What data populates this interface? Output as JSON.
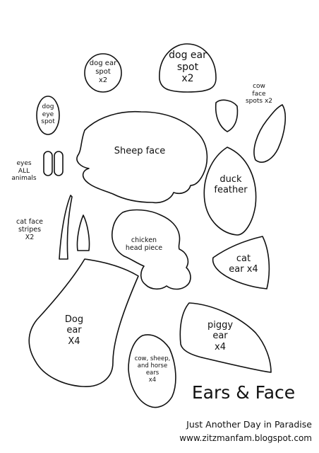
{
  "labels": {
    "dog_ear_spot_small": [
      "dog ear",
      "spot",
      "x2"
    ],
    "dog_ear_spot_large": [
      "dog ear",
      "spot",
      "x2"
    ],
    "cow_face_spots": [
      "cow",
      "face",
      "spots x2"
    ],
    "dog_eye_spot": [
      "dog",
      "eye",
      "spot"
    ],
    "sheep_face": [
      "Sheep face"
    ],
    "eyes_all_animals": [
      "eyes",
      "ALL",
      "animals"
    ],
    "duck_feather": [
      "duck",
      "feather"
    ],
    "cat_face_stripes": [
      "cat face",
      "stripes",
      "X2"
    ],
    "chicken_head_piece": [
      "chicken",
      "head piece"
    ],
    "cat_ear": [
      "cat",
      "ear x4"
    ],
    "dog_ear": [
      "Dog",
      "ear",
      "X4"
    ],
    "piggy_ear": [
      "piggy",
      "ear",
      "x4"
    ],
    "cow_sheep_horse_ears": [
      "cow, sheep,",
      "and horse",
      "ears",
      "x4"
    ]
  },
  "footer": {
    "title": "Ears & Face",
    "subtitle": "Just Another Day in Paradise",
    "url": "www.zitzmanfam.blogspot.com"
  }
}
